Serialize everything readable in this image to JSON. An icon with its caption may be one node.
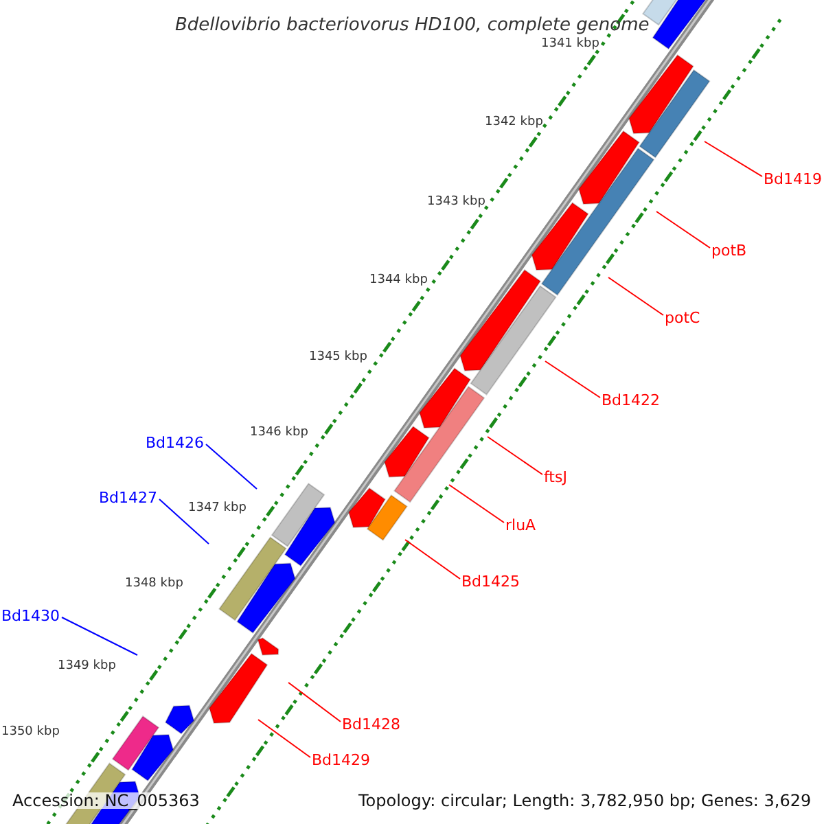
{
  "diagram": {
    "title": "Bdellovibrio bacteriovorus HD100, complete genome",
    "nodes": [
      {
        "text": [
          "Bd1419"
        ]
      },
      {
        "text": [
          "potB"
        ]
      },
      {
        "text": [
          "potC"
        ]
      },
      {
        "text": [
          "Bd1422"
        ]
      },
      {
        "text": [
          "ftsJ"
        ]
      },
      {
        "text": [
          "rluA"
        ]
      },
      {
        "text": [
          "Bd1425"
        ]
      },
      {
        "text": [
          "Bd1426"
        ]
      },
      {
        "text": [
          "Bd1427"
        ]
      },
      {
        "text": [
          "Bd1428"
        ]
      },
      {
        "text": [
          "Bd1429"
        ]
      },
      {
        "text": [
          "Bd1430"
        ]
      }
    ],
    "edges": [
      {
        "from": 0,
        "to": null,
        "arrow": "none"
      },
      {
        "from": 1,
        "to": null,
        "arrow": "none"
      },
      {
        "from": 2,
        "to": null,
        "arrow": "none"
      },
      {
        "from": 3,
        "to": null,
        "arrow": "none"
      },
      {
        "from": 4,
        "to": null,
        "arrow": "none"
      },
      {
        "from": 5,
        "to": null,
        "arrow": "none"
      },
      {
        "from": 6,
        "to": null,
        "arrow": "none"
      },
      {
        "from": 7,
        "to": null,
        "arrow": "none",
        "color": "#0000ff"
      },
      {
        "from": 8,
        "to": null,
        "arrow": "none",
        "color": "#0000ff"
      },
      {
        "from": 9,
        "to": null,
        "arrow": "none"
      },
      {
        "from": 10,
        "to": null,
        "arrow": "none"
      },
      {
        "from": 11,
        "to": null,
        "arrow": "none",
        "color": "#0000ff"
      }
    ],
    "labels": [
      "1341 kbp",
      "1342 kbp",
      "1343 kbp",
      "1344 kbp",
      "1345 kbp",
      "1346 kbp",
      "1347 kbp",
      "1348 kbp",
      "1349 kbp",
      "1350 kbp",
      "Accession: NC_005363",
      "Topology: circular; Length: 3,782,950 bp; Genes: 3,629"
    ]
  }
}
